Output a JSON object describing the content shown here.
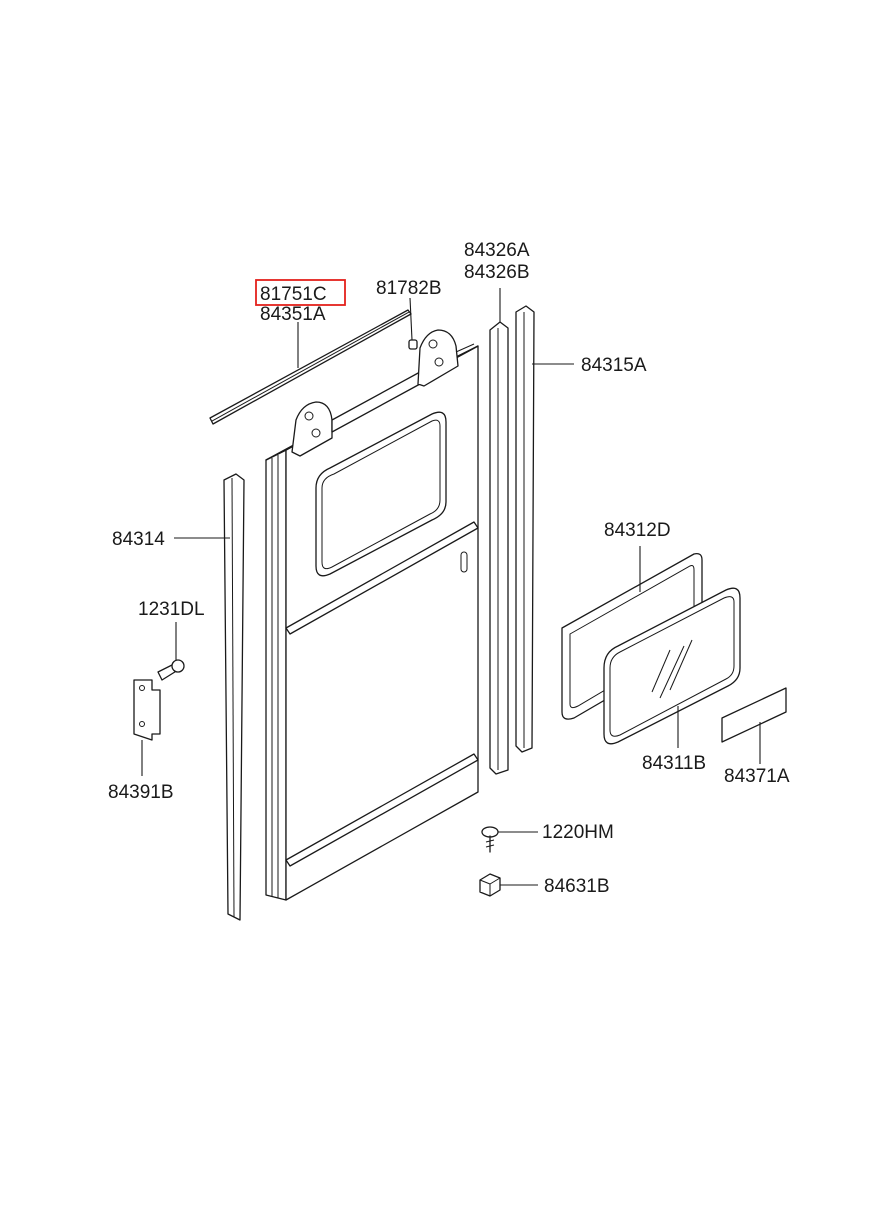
{
  "highlight_color": "#e3211c",
  "parts": {
    "p81751C": "81751C",
    "p84351A": "84351A",
    "p81782B": "81782B",
    "p84326A": "84326A",
    "p84326B": "84326B",
    "p84315A": "84315A",
    "p84314": "84314",
    "p1231DL": "1231DL",
    "p84391B": "84391B",
    "p84312D": "84312D",
    "p84311B": "84311B",
    "p84371A": "84371A",
    "p1220HM": "1220HM",
    "p84631B": "84631B"
  }
}
